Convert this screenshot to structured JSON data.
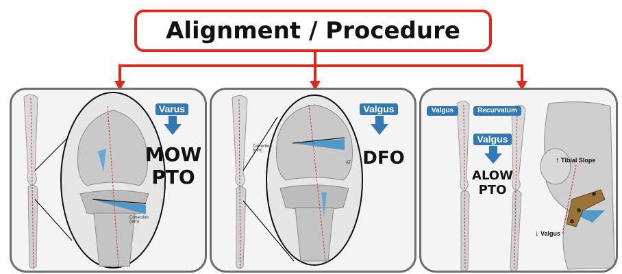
{
  "title": "Alignment / Procedure",
  "colors": {
    "accent_red": "#e0261d",
    "tag_blue": "#3278b6",
    "panel_border": "#6d6d6d"
  },
  "panels": [
    {
      "deformity": "Varus",
      "procedure_line1": "MOW",
      "procedure_line2": "PTO",
      "annotation": "Correction\n(mm)"
    },
    {
      "deformity": "Valgus",
      "procedure_line1": "DFO",
      "annotation": "Correction\n(mm)",
      "annotation2": "AT"
    },
    {
      "tag_left": "Valgus",
      "tag_right": "Recurvatum",
      "deformity": "Valgus",
      "procedure_line1": "ALOW",
      "procedure_line2": "PTO",
      "label_slope": "Tibial Slope",
      "label_valgus": "Valgus"
    }
  ]
}
